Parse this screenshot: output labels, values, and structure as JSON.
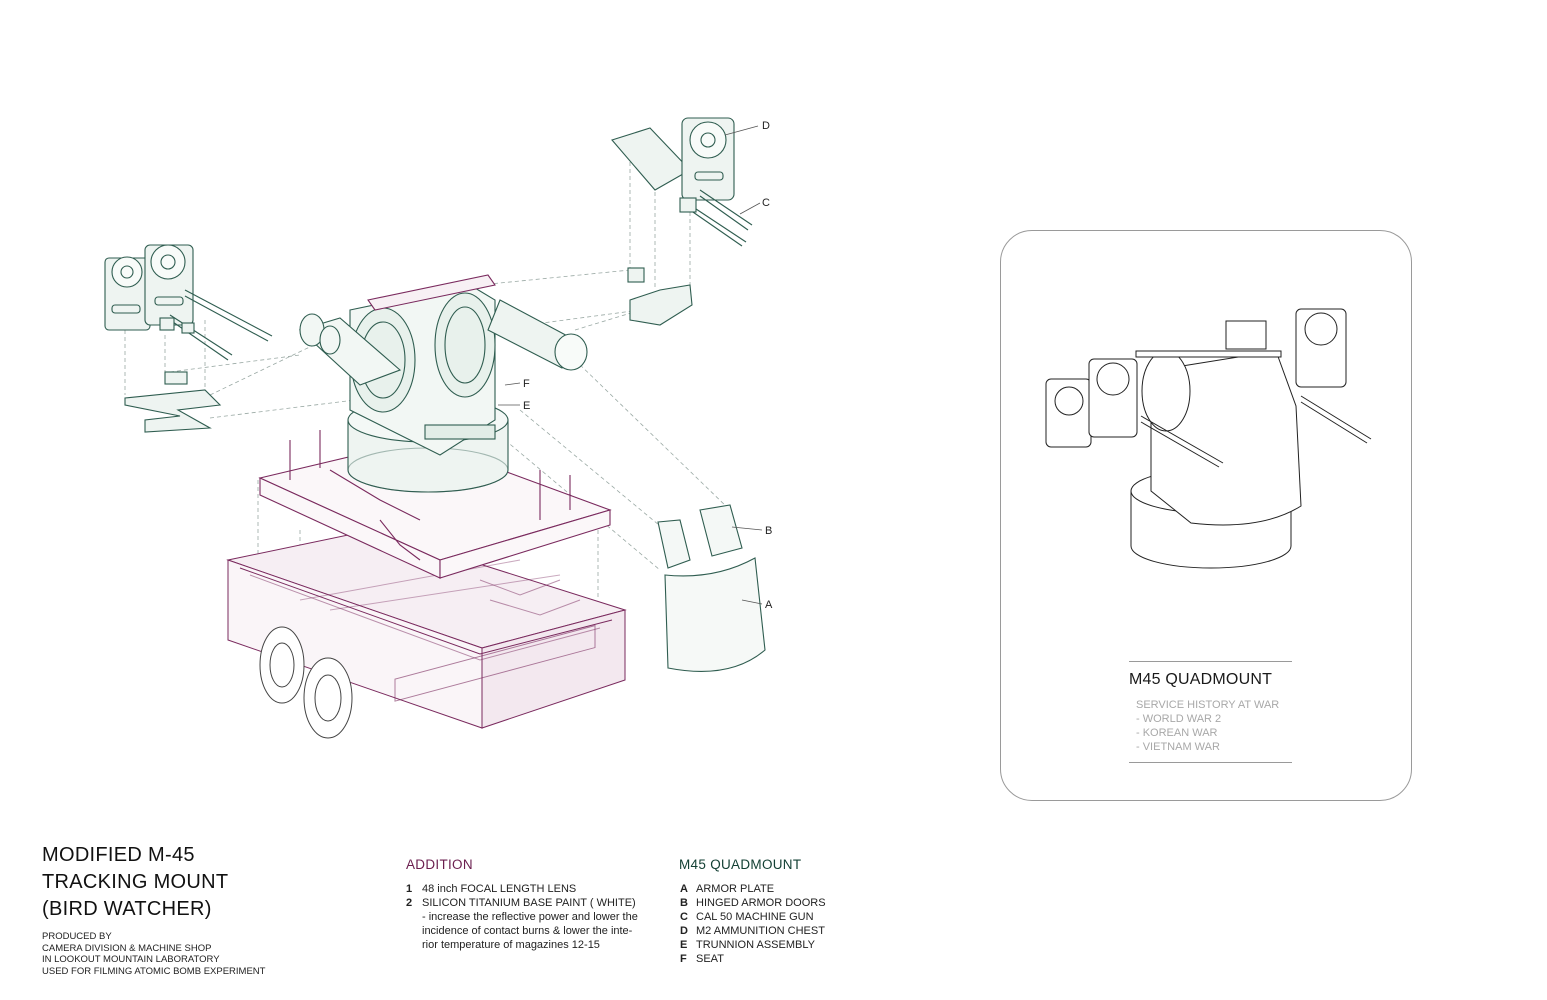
{
  "callouts": {
    "a": "A",
    "b": "B",
    "c": "C",
    "d": "D",
    "e": "E",
    "f": "F"
  },
  "card": {
    "title": "M45 QUADMOUNT",
    "subtitle": "SERVICE HISTORY AT WAR",
    "wars": [
      "- WORLD WAR 2",
      "- KOREAN WAR",
      "- VIETNAM WAR"
    ]
  },
  "title_block": {
    "lines": [
      "MODIFIED M-45",
      "TRACKING MOUNT",
      "(BIRD WATCHER)"
    ],
    "produced": [
      "PRODUCED BY",
      "CAMERA DIVISION & MACHINE SHOP",
      "IN LOOKOUT MOUNTAIN LABORATORY",
      "USED FOR FILMING ATOMIC BOMB EXPERIMENT"
    ]
  },
  "addition": {
    "heading": "ADDITION",
    "items": [
      {
        "key": "1",
        "text": "48 inch FOCAL LENGTH LENS"
      },
      {
        "key": "2",
        "text": "SILICON TITANIUM BASE PAINT ( WHITE)"
      }
    ],
    "note": [
      "- increase the reflective power and lower the",
      "incidence of contact burns & lower the inte-",
      "rior temperature of magazines 12-15"
    ]
  },
  "quadmount": {
    "heading": "M45 QUADMOUNT",
    "items": [
      {
        "key": "A",
        "text": "ARMOR PLATE"
      },
      {
        "key": "B",
        "text": "HINGED ARMOR DOORS"
      },
      {
        "key": "C",
        "text": "CAL 50 MACHINE GUN"
      },
      {
        "key": "D",
        "text": "M2 AMMUNITION CHEST"
      },
      {
        "key": "E",
        "text": "TRUNNION ASSEMBLY"
      },
      {
        "key": "F",
        "text": "SEAT"
      }
    ]
  },
  "colors": {
    "green": "#2f5d50",
    "magenta": "#7a2a5e",
    "gray": "#9a9a9a"
  }
}
